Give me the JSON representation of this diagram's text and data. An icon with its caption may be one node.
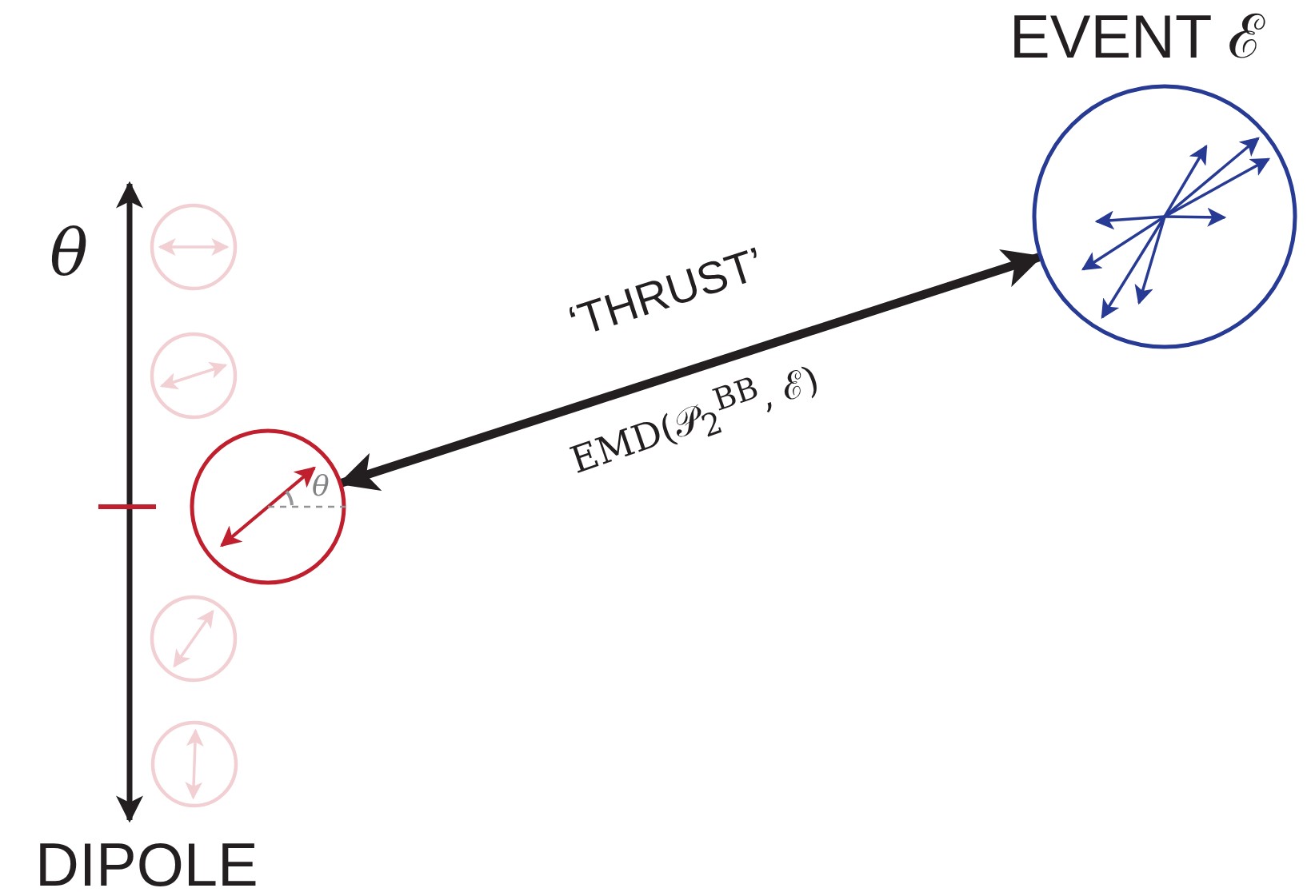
{
  "diagram": {
    "nodes": [
      {
        "text": [],
        "shape": "circle"
      },
      {
        "text": [],
        "shape": "circle"
      },
      {
        "text": [],
        "shape": "circle"
      },
      {
        "text": [],
        "shape": "circle"
      },
      {
        "text": [],
        "shape": "circle"
      },
      {
        "text": [
          "EVENT ℰ"
        ]
      }
    ],
    "edges": [
      {
        "from": 2,
        "to": 5,
        "arrow": "both",
        "label": "‘THRUST’"
      }
    ],
    "labels": [
      "θ",
      "EMD(𝒫$_{2}$$^{BB}$, ℰ)",
      "θ",
      "DIPOLE"
    ]
  }
}
